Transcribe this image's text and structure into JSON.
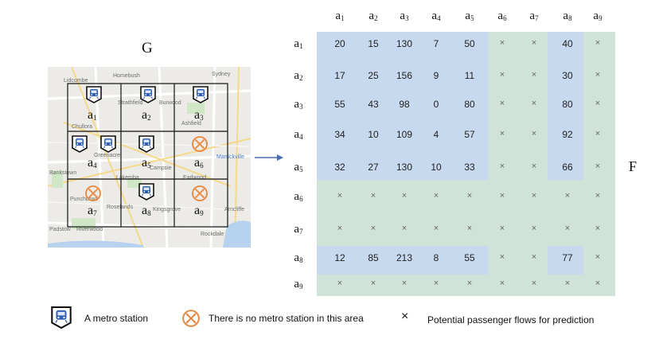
{
  "graph": {
    "title": "G",
    "map_labels": [
      "Lidcombe",
      "Homebush",
      "Strathfield",
      "Burwood",
      "Chullora",
      "Ashfield",
      "Greenacre",
      "Campsie",
      "Marrickville",
      "Bankstown",
      "Lakemba",
      "Earlwood",
      "Punchbowl",
      "Roselands",
      "Kingsgrove",
      "Arncliffe",
      "Padstow",
      "Riverwood",
      "Rockdale",
      "Sydney"
    ],
    "cells": [
      {
        "base": "a",
        "sub": "1",
        "has_metro": true,
        "icon": "metro-station-icon",
        "icon_count": 1
      },
      {
        "base": "a",
        "sub": "2",
        "has_metro": true,
        "icon": "metro-station-icon",
        "icon_count": 1
      },
      {
        "base": "a",
        "sub": "3",
        "has_metro": true,
        "icon": "metro-station-icon",
        "icon_count": 1
      },
      {
        "base": "a",
        "sub": "4",
        "has_metro": true,
        "icon": "metro-station-icon",
        "icon_count": 2
      },
      {
        "base": "a",
        "sub": "5",
        "has_metro": true,
        "icon": "metro-station-icon",
        "icon_count": 1
      },
      {
        "base": "a",
        "sub": "6",
        "has_metro": false,
        "icon": "no-metro-icon",
        "icon_count": 1
      },
      {
        "base": "a",
        "sub": "7",
        "has_metro": false,
        "icon": "no-metro-icon",
        "icon_count": 1
      },
      {
        "base": "a",
        "sub": "8",
        "has_metro": true,
        "icon": "metro-station-icon",
        "icon_count": 1
      },
      {
        "base": "a",
        "sub": "9",
        "has_metro": false,
        "icon": "no-metro-icon",
        "icon_count": 1
      }
    ]
  },
  "matrix": {
    "label": "F",
    "headers": [
      {
        "base": "a",
        "sub": "1"
      },
      {
        "base": "a",
        "sub": "2"
      },
      {
        "base": "a",
        "sub": "3"
      },
      {
        "base": "a",
        "sub": "4"
      },
      {
        "base": "a",
        "sub": "5"
      },
      {
        "base": "a",
        "sub": "6"
      },
      {
        "base": "a",
        "sub": "7"
      },
      {
        "base": "a",
        "sub": "8"
      },
      {
        "base": "a",
        "sub": "9"
      }
    ],
    "rows": [
      [
        "20",
        "15",
        "130",
        "7",
        "50",
        "×",
        "×",
        "40",
        "×"
      ],
      [
        "17",
        "25",
        "156",
        "9",
        "11",
        "×",
        "×",
        "30",
        "×"
      ],
      [
        "55",
        "43",
        "98",
        "0",
        "80",
        "×",
        "×",
        "80",
        "×"
      ],
      [
        "34",
        "10",
        "109",
        "4",
        "57",
        "×",
        "×",
        "92",
        "×"
      ],
      [
        "32",
        "27",
        "130",
        "10",
        "33",
        "×",
        "×",
        "66",
        "×"
      ],
      [
        "×",
        "×",
        "×",
        "×",
        "×",
        "×",
        "×",
        "×",
        "×"
      ],
      [
        "×",
        "×",
        "×",
        "×",
        "×",
        "×",
        "×",
        "×",
        "×"
      ],
      [
        "12",
        "85",
        "213",
        "8",
        "55",
        "×",
        "×",
        "77",
        "×"
      ],
      [
        "×",
        "×",
        "×",
        "×",
        "×",
        "×",
        "×",
        "×",
        "×"
      ]
    ],
    "metro_indices": [
      0,
      1,
      2,
      3,
      4,
      7
    ],
    "colors": {
      "observed": "#c6d9ef",
      "predicted": "#cfe3d9"
    }
  },
  "legend": {
    "metro_label": "A metro station",
    "no_metro_label": "There is no metro station in this area",
    "cross_symbol": "×",
    "cross_label": "Potential passenger flows for prediction"
  },
  "colors": {
    "arrow": "#4a6fb0",
    "no_metro": "#e8863a",
    "metro_blue": "#2f5fb5",
    "grid": "#111111"
  }
}
